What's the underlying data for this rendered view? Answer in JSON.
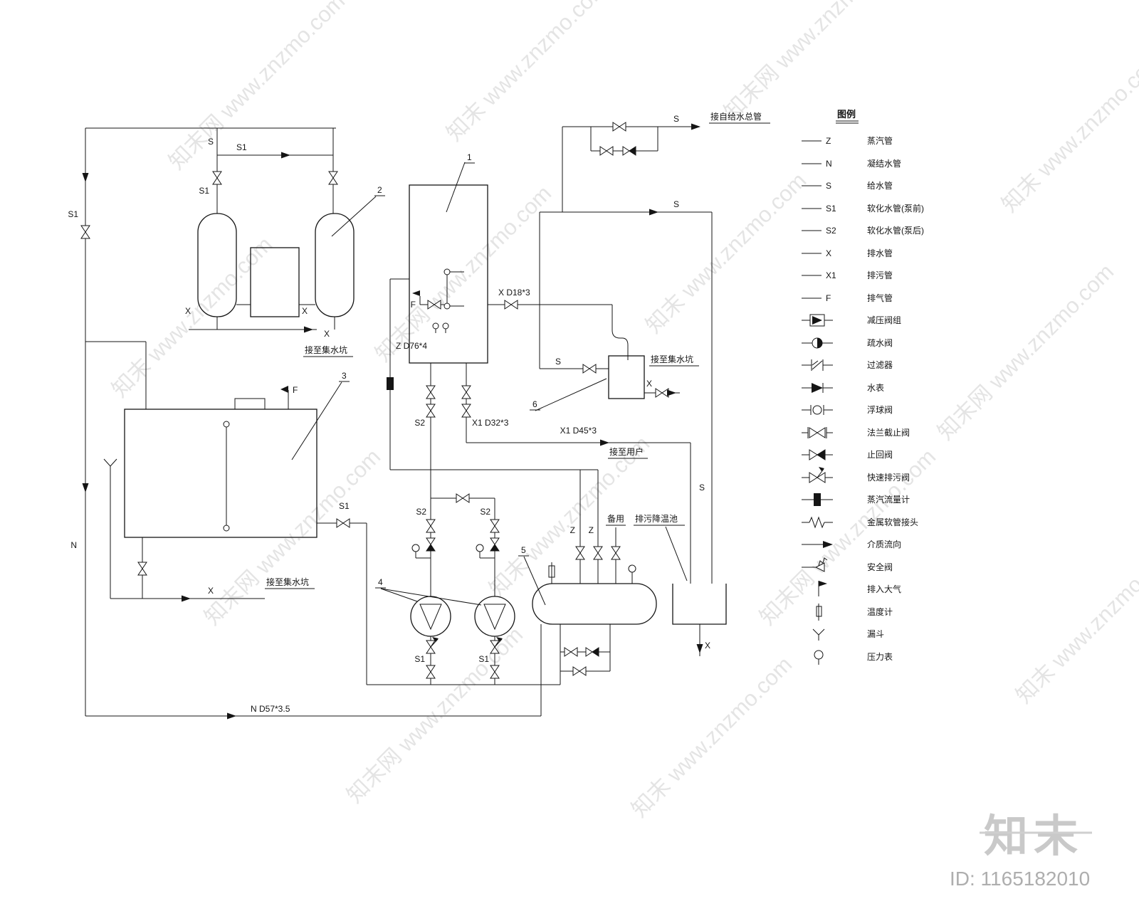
{
  "page": {
    "site_logo": "知末",
    "site_id": "ID: 1165182010",
    "watermark_a": "知末 www.znzmo.com",
    "watermark_b": "知末网 www.znzmo.com"
  },
  "legend": {
    "title": "图例",
    "pipes": [
      {
        "code": "Z",
        "label": "蒸汽管"
      },
      {
        "code": "N",
        "label": "凝结水管"
      },
      {
        "code": "S",
        "label": "给水管"
      },
      {
        "code": "S1",
        "label": "软化水管(泵前)"
      },
      {
        "code": "S2",
        "label": "软化水管(泵后)"
      },
      {
        "code": "X",
        "label": "排水管"
      },
      {
        "code": "X1",
        "label": "排污管"
      },
      {
        "code": "F",
        "label": "排气管"
      }
    ],
    "symbols": [
      {
        "icon": "pressure-reducing-valve-group-icon",
        "label": "减压阀组"
      },
      {
        "icon": "steam-trap-icon",
        "label": "疏水阀"
      },
      {
        "icon": "strainer-icon",
        "label": "过滤器"
      },
      {
        "icon": "water-meter-icon",
        "label": "水表"
      },
      {
        "icon": "float-valve-icon",
        "label": "浮球阀"
      },
      {
        "icon": "flanged-stop-valve-icon",
        "label": "法兰截止阀"
      },
      {
        "icon": "check-valve-icon",
        "label": "止回阀"
      },
      {
        "icon": "quick-blowdown-valve-icon",
        "label": "快速排污阀"
      },
      {
        "icon": "steam-flowmeter-icon",
        "label": "蒸汽流量计"
      },
      {
        "icon": "metal-hose-joint-icon",
        "label": "金属软管接头"
      },
      {
        "icon": "flow-direction-icon",
        "label": "介质流向"
      },
      {
        "icon": "safety-valve-icon",
        "label": "安全阀"
      },
      {
        "icon": "vent-to-atmosphere-icon",
        "label": "排入大气"
      },
      {
        "icon": "thermometer-icon",
        "label": "温度计"
      },
      {
        "icon": "funnel-icon",
        "label": "漏斗"
      },
      {
        "icon": "pressure-gauge-icon",
        "label": "压力表"
      }
    ]
  },
  "diagram": {
    "letters": {
      "z": "Z",
      "n": "N",
      "s": "S",
      "s1": "S1",
      "s2": "S2",
      "x": "X",
      "x1": "X1",
      "f": "F"
    },
    "specs": {
      "vent": "X D18*3",
      "steam": "Z D76*4",
      "blowdown": "X1 D32*3",
      "drain": "X1 D45*3",
      "condensate": "N D57*3.5"
    },
    "notes": {
      "from_main": "接自给水总管",
      "to_sump": "接至集水坑",
      "to_user": "接至用户",
      "standby": "备用",
      "blowdown_pool": "排污降温池"
    },
    "callouts": {
      "c1": "1",
      "c2": "2",
      "c3": "3",
      "c4": "4",
      "c5": "5",
      "c6": "6"
    }
  }
}
